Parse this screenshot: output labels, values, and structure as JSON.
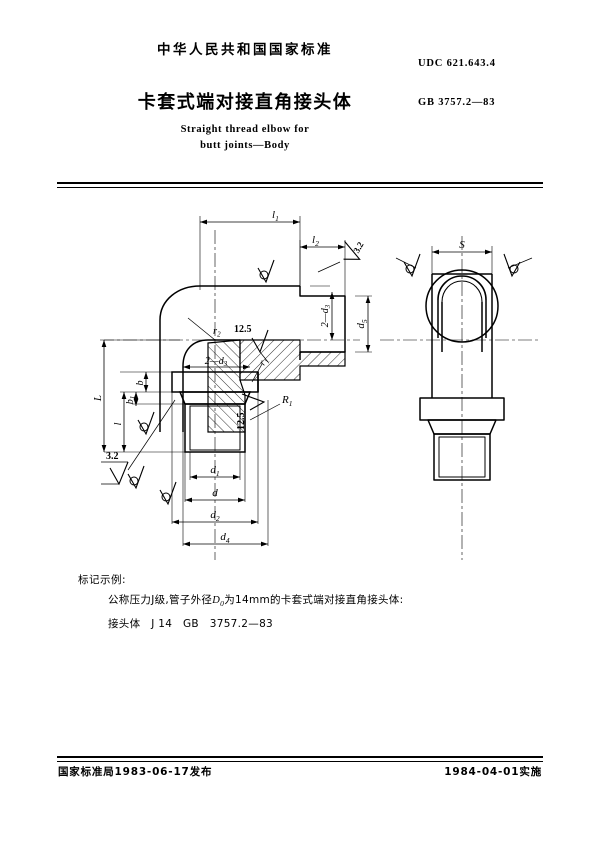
{
  "header": {
    "national_standard": "中华人民共和国国家标准",
    "title_cn": "卡套式端对接直角接头体",
    "title_en_line1": "Straight thread elbow for",
    "title_en_line2": "butt joints—Body",
    "udc": "UDC  621.643.4",
    "standard_no": "GB  3757.2—83"
  },
  "marking": {
    "label": "标记示例:",
    "line1_a": "公称压力J级,管子外径",
    "line1_d": "D",
    "line1_dsub": "0",
    "line1_b": "为14mm的卡套式端对接直角接头体:",
    "line2": "接头体　J 14　GB　3757.2—83"
  },
  "footer": {
    "issue": "国家标准局1983-06-17发布",
    "effective": "1984-04-01实施"
  },
  "drawing": {
    "labels": {
      "l1": "l",
      "l1sub": "1",
      "l2": "l",
      "l2sub": "2",
      "L": "L",
      "l": "l",
      "b": "b",
      "b1": "b",
      "b1sub": "1",
      "d": "d",
      "d1": "d",
      "d1sub": "1",
      "d2": "d",
      "d2sub": "2",
      "d4": "d",
      "d4sub": "4",
      "d5": "d",
      "d5sub": "5",
      "two_d3": "2—d",
      "two_d3sub": "3",
      "r1": "r",
      "r1sub": "1",
      "r2": "r",
      "r2sub": "2",
      "R1": "R",
      "R1sub": "1",
      "S": "S"
    },
    "roughness": {
      "fine": "3.2",
      "coarse": "12.5"
    }
  },
  "colors": {
    "ink": "#000000",
    "paper": "#ffffff"
  }
}
